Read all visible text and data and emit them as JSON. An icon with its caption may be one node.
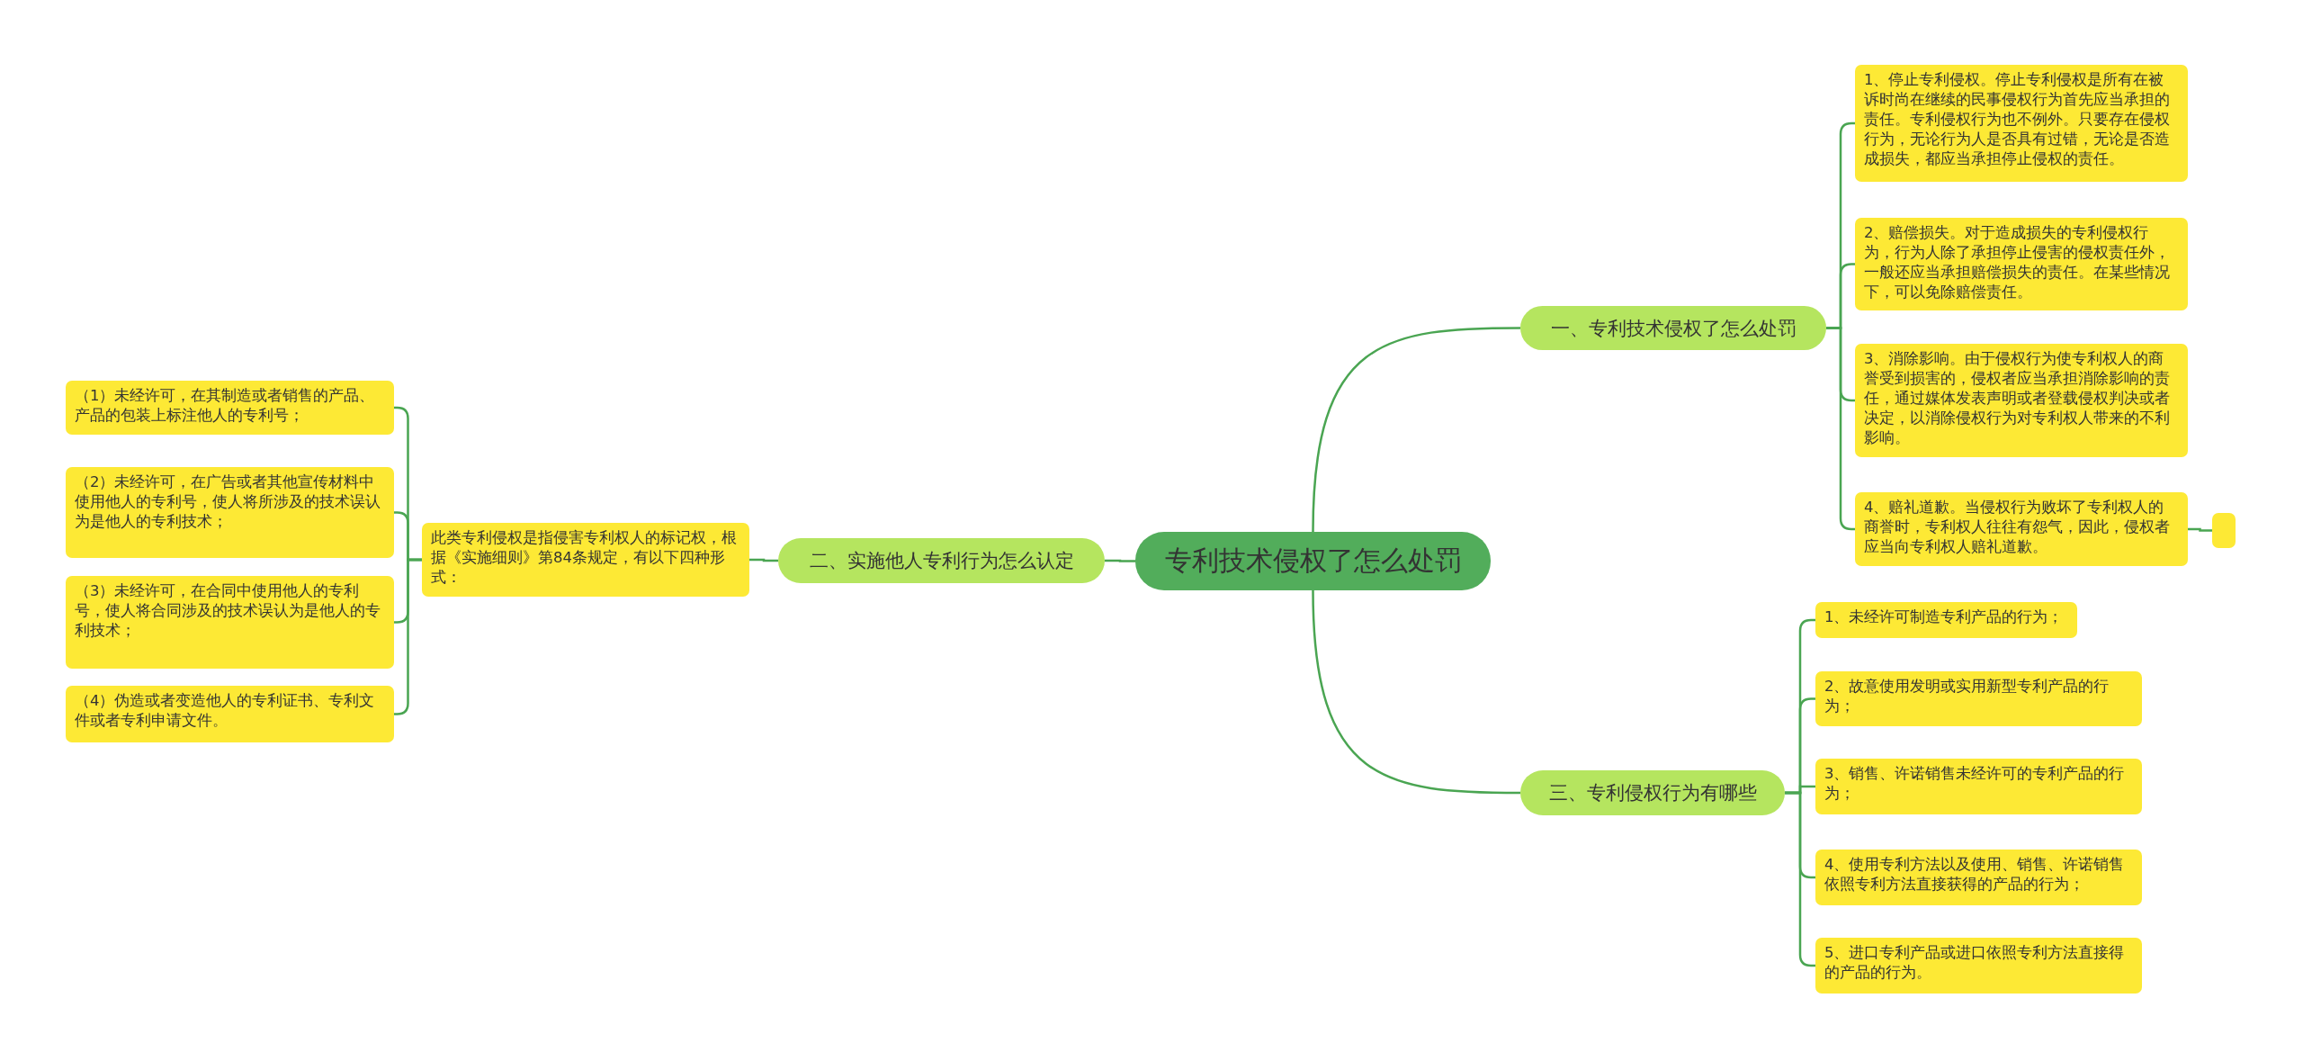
{
  "diagram": {
    "nodes": [
      {
        "text": [
          "专利技术侵权了怎么处罚"
        ]
      },
      {
        "text": [
          "一、专利技术侵权了怎么处罚"
        ]
      },
      {
        "text": [
          "1、停止专利侵权。停止专利侵权是所有在被诉时尚在继续的民事侵权行为首先应当承担的责任。专利侵权行为也不例外。只要存在侵权行为，无论行为人是否具有过错，无论是否造成损失，都应当承担停止侵权的责任。"
        ]
      },
      {
        "text": [
          "2、赔偿损失。对于造成损失的专利侵权行为，行为人除了承担停止侵害的侵权责任外，一般还应当承担赔偿损失的责任。在某些情况下，可以免除赔偿责任。"
        ]
      },
      {
        "text": [
          "3、消除影响。由于侵权行为使专利权人的商誉受到损害的，侵权者应当承担消除影响的责任，通过媒体发表声明或者登载侵权判决或者决定，以消除侵权行为对专利权人带来的不利影响。"
        ]
      },
      {
        "text": [
          "4、赔礼道歉。当侵权行为败坏了专利权人的商誉时，专利权人往往有怨气，因此，侵权者应当向专利权人赔礼道歉。"
        ]
      },
      {
        "text": [],
        "shape": "box"
      },
      {
        "text": [
          "二、实施他人专利行为怎么认定"
        ]
      },
      {
        "text": [
          "此类专利侵权是指侵害专利权人的标记权，根据《实施细则》第84条规定，有以下四种形式："
        ]
      },
      {
        "text": [
          "（1）未经许可，在其制造或者销售的产品、产品的包装上标注他人的专利号；"
        ]
      },
      {
        "text": [
          "（2）未经许可，在广告或者其他宣传材料中使用他人的专利号，使人将所涉及的技术误认为是他人的专利技术；"
        ]
      },
      {
        "text": [
          "（3）未经许可，在合同中使用他人的专利号，使人将合同涉及的技术误认为是他人的专利技术；"
        ]
      },
      {
        "text": [
          "（4）伪造或者变造他人的专利证书、专利文件或者专利申请文件。"
        ]
      },
      {
        "text": [
          "三、专利侵权行为有哪些"
        ]
      },
      {
        "text": [
          "1、未经许可制造专利产品的行为；"
        ]
      },
      {
        "text": [
          "2、故意使用发明或实用新型专利产品的行为；"
        ]
      },
      {
        "text": [
          "3、销售、许诺销售未经许可的专利产品的行为；"
        ]
      },
      {
        "text": [
          "4、使用专利方法以及使用、销售、许诺销售依照专利方法直接获得的产品的行为；"
        ]
      },
      {
        "text": [
          "5、进口专利产品或进口依照专利方法直接得的产品的行为。"
        ]
      }
    ],
    "edges": [
      {
        "from": 0,
        "to": 1,
        "arrow": "none"
      },
      {
        "from": 1,
        "to": 2,
        "arrow": "none"
      },
      {
        "from": 1,
        "to": 3,
        "arrow": "none"
      },
      {
        "from": 1,
        "to": 4,
        "arrow": "none"
      },
      {
        "from": 1,
        "to": 5,
        "arrow": "none"
      },
      {
        "from": 5,
        "to": 6,
        "arrow": "none"
      },
      {
        "from": 0,
        "to": 7,
        "arrow": "none"
      },
      {
        "from": 7,
        "to": 8,
        "arrow": "none"
      },
      {
        "from": 8,
        "to": 9,
        "arrow": "none"
      },
      {
        "from": 8,
        "to": 10,
        "arrow": "none"
      },
      {
        "from": 8,
        "to": 11,
        "arrow": "none"
      },
      {
        "from": 8,
        "to": 12,
        "arrow": "none"
      },
      {
        "from": 0,
        "to": 13,
        "arrow": "none"
      },
      {
        "from": 13,
        "to": 14,
        "arrow": "none"
      },
      {
        "from": 13,
        "to": 15,
        "arrow": "none"
      },
      {
        "from": 13,
        "to": 16,
        "arrow": "none"
      },
      {
        "from": 13,
        "to": 17,
        "arrow": "none"
      },
      {
        "from": 13,
        "to": 18,
        "arrow": "none"
      }
    ]
  }
}
